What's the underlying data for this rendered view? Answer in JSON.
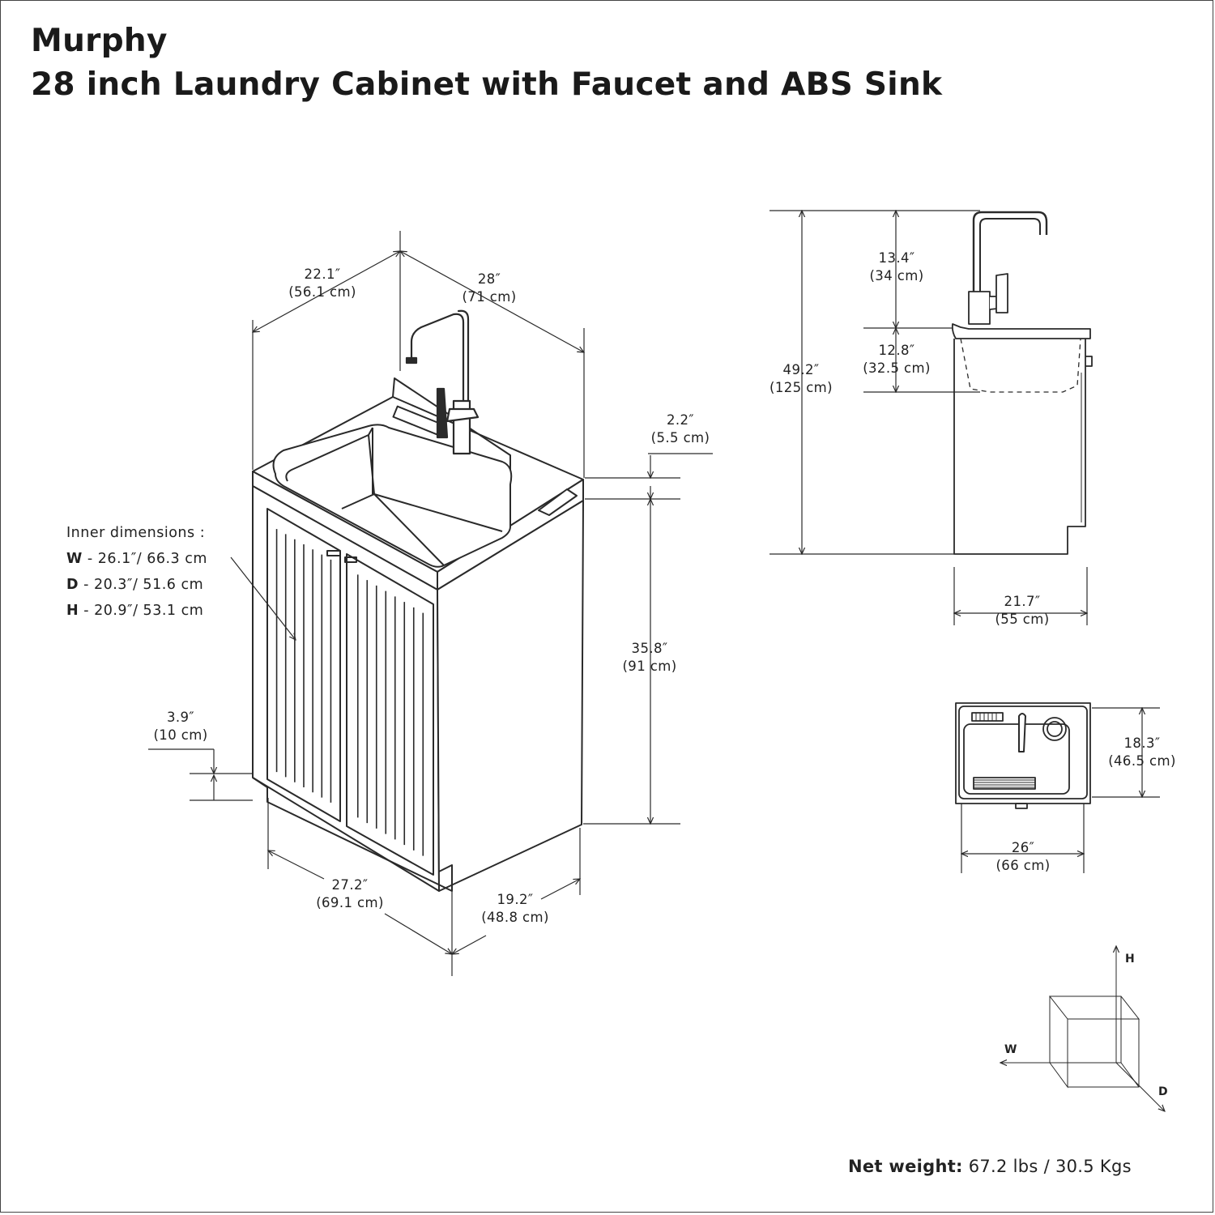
{
  "title": {
    "line1": "Murphy",
    "line2": "28 inch Laundry Cabinet with Faucet and ABS Sink"
  },
  "dimensions": {
    "depth_top": {
      "in": "22.1″",
      "cm": "(56.1 cm)"
    },
    "width_top": {
      "in": "28″",
      "cm": "(71 cm)"
    },
    "countertop": {
      "in": "2.2″",
      "cm": "(5.5 cm)"
    },
    "cabinet_height": {
      "in": "35.8″",
      "cm": "(91 cm)"
    },
    "toe_kick": {
      "in": "3.9″",
      "cm": "(10 cm)"
    },
    "base_width": {
      "in": "27.2″",
      "cm": "(69.1 cm)"
    },
    "base_depth": {
      "in": "19.2″",
      "cm": "(48.8 cm)"
    },
    "faucet_height": {
      "in": "13.4″",
      "cm": "(34 cm)"
    },
    "sink_depth": {
      "in": "12.8″",
      "cm": "(32.5 cm)"
    },
    "total_height": {
      "in": "49.2″",
      "cm": "(125 cm)"
    },
    "side_depth": {
      "in": "21.7″",
      "cm": "(55 cm)"
    },
    "sink_top_depth": {
      "in": "18.3″",
      "cm": "(46.5 cm)"
    },
    "sink_top_width": {
      "in": "26″",
      "cm": "(66 cm)"
    }
  },
  "inner_dimensions": {
    "heading": "Inner dimensions   :",
    "rows": [
      {
        "key": "W",
        "value": " - 26.1″/ 66.3 cm"
      },
      {
        "key": "D",
        "value": " - 20.3″/ 51.6 cm"
      },
      {
        "key": "H",
        "value": " - 20.9″/ 53.1 cm"
      }
    ]
  },
  "axes": {
    "h": "H",
    "w": "W",
    "d": "D"
  },
  "net_weight": {
    "label": "Net weight:",
    "value": " 67.2 lbs / 30.5 Kgs"
  },
  "colors": {
    "line": "#2a2a2a",
    "text": "#1a1a1a",
    "background": "#ffffff"
  }
}
